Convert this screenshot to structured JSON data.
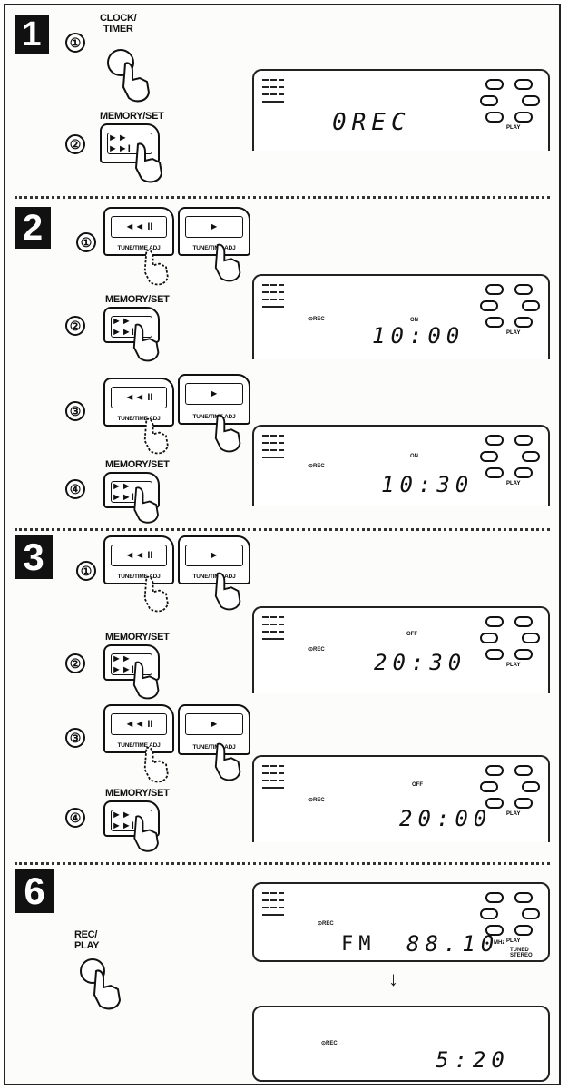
{
  "steps": [
    {
      "number": "1"
    },
    {
      "number": "2"
    },
    {
      "number": "3"
    },
    {
      "number": "6"
    }
  ],
  "substeps": [
    "①",
    "②",
    "③",
    "④"
  ],
  "labels": {
    "clock_timer": "CLOCK/\nTIMER",
    "memory_set": "MEMORY/SET",
    "rec_play": "REC/\nPLAY",
    "tune_adj_down": "TUNE/TIME ADJ",
    "tune_adj_up": "TUNE/TIME ADJ",
    "key_rewind": "◄◄ II",
    "key_play": "►",
    "key_ff": "►► ►►I"
  },
  "displays": {
    "d1": "0REC",
    "d2": "10:00",
    "d3": "10:30",
    "d4": "20:30",
    "d5": "20:00",
    "d6_band": "FM",
    "d6_freq": "88.10",
    "d6_unit": "MHz",
    "d6_tuned": "TUNED\nSTEREO",
    "d7": "5:20",
    "rec_mark": "⊙REC",
    "on": "ON",
    "off": "OFF",
    "play": "PLAY"
  },
  "icons": [
    "hand-pointer-icon",
    "lcd-grid-icon",
    "mode-selector-icon",
    "down-arrow-icon"
  ]
}
